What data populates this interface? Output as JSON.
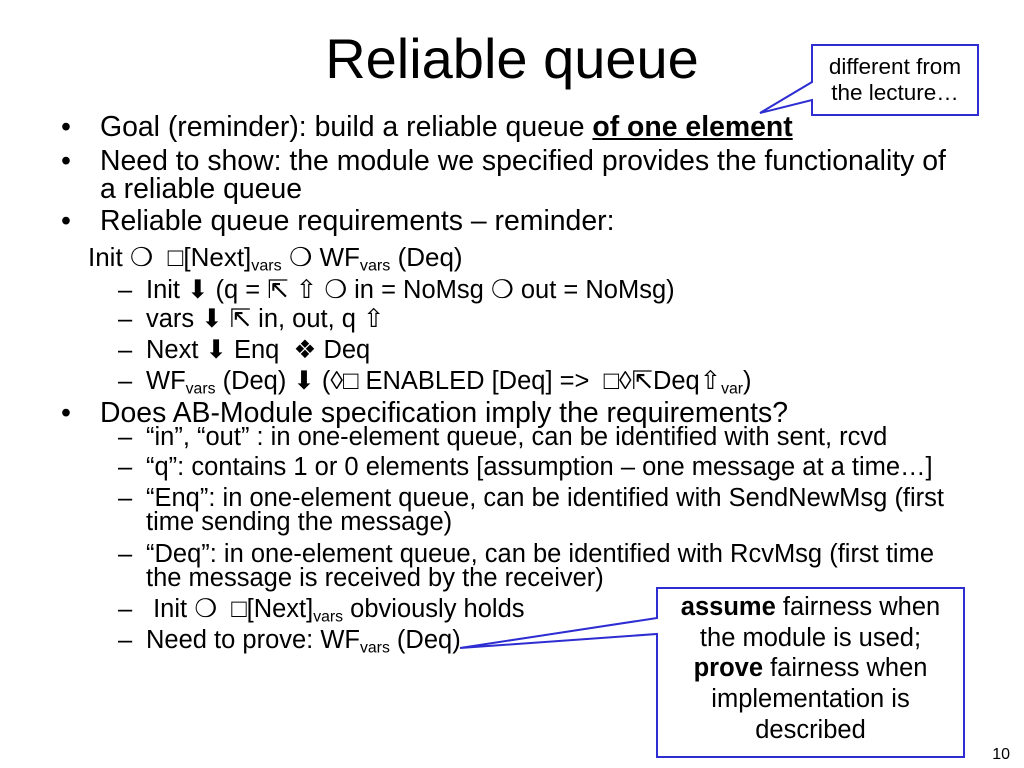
{
  "slide": {
    "title": "Reliable queue",
    "page_number": "10"
  },
  "markers": {
    "bullet": "•",
    "dash": "–"
  },
  "colors": {
    "background": "#ffffff",
    "text": "#000000",
    "callout_border": "#2d2dd2"
  },
  "callouts": {
    "top": {
      "lines": [
        "different from",
        "the lecture…"
      ]
    },
    "bottom": {
      "lines": [
        {
          "bold": "assume",
          "text": " fairness when"
        },
        {
          "text": "the module is used;"
        },
        {
          "bold": "prove",
          "text": " fairness when"
        },
        {
          "text": "implementation is"
        },
        {
          "text": "described"
        }
      ]
    }
  },
  "body": {
    "goal": {
      "text": "Goal (reminder): build a reliable queue ",
      "emphasis": "of one element"
    },
    "need_to_show": "Need to show: the module we specified provides the functionality of a reliable queue",
    "requirements_heading": "Reliable queue requirements – reminder:",
    "requirements_formula": {
      "text": "Init ❍  □[Next]",
      "sub_a": "vars",
      "mid": " ❍ WF",
      "sub_b": "vars",
      "end": " (Deq)"
    },
    "requirements": [
      {
        "text": "Init ⬇ (q = ⇱ ⇧ ❍ in = NoMsg ❍ out = NoMsg)"
      },
      {
        "text": "vars ⬇ ⇱ in, out, q ⇧"
      },
      {
        "text": "Next ⬇ Enq  ❖ Deq"
      },
      {
        "text": "WF",
        "sub_a": "vars",
        "mid": " (Deq) ⬇ (◊□ ENABLED [Deq] =>  □◊⇱Deq⇧",
        "sub_b": "var",
        "end": ")"
      }
    ],
    "question": "Does AB-Module specification imply the requirements?",
    "answers": [
      {
        "text": "“in”, “out” : in one-element queue, can be identified with sent, rcvd"
      },
      {
        "text": "“q”: contains 1 or 0 elements [assumption – one message at a time…]"
      },
      {
        "text": "“Enq”: in one-element queue, can be identified with SendNewMsg (first time sending the message)"
      },
      {
        "text": "“Deq”: in one-element queue, can be identified with RcvMsg (first time the message is received by the receiver)"
      },
      {
        "text": " Init ❍  □[Next]",
        "sub": "vars",
        "end": " obviously holds"
      },
      {
        "text": "Need to prove: WF",
        "sub": "vars",
        "end": " (Deq)"
      }
    ]
  }
}
